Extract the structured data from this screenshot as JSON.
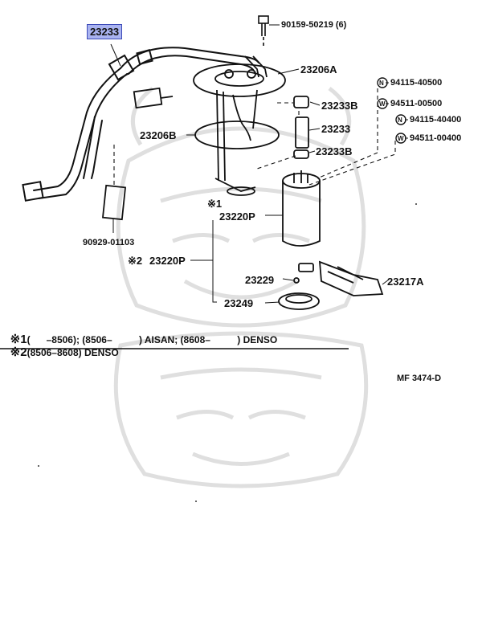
{
  "colors": {
    "ink": "#111111",
    "highlight_fill": "#a9b3f0",
    "highlight_border": "#3c4ab8",
    "watermark": "#d9d9d9"
  },
  "parts": {
    "hose_highlighted": "23233",
    "bolt": "90159-50219 (6)",
    "gauge_top": "23206A",
    "gauge_bottom": "23206B",
    "clamp_upper": "23233B",
    "hose_short": "23233",
    "clamp_lower": "23233B",
    "pump": "23220P",
    "pump_alt": "23220P",
    "filter": "23217A",
    "ring": "23229",
    "cushion": "23249",
    "clip": "90929-01103",
    "nut1": "94115-40500",
    "washer1": "94511-00500",
    "nut2": "94115-40400",
    "washer2": "94511-00400"
  },
  "callout_symbols": {
    "n": "N",
    "w": "W",
    "mark1": "※1",
    "mark2": "※2"
  },
  "notes": {
    "note1_mark": "※1",
    "note1_text": "(      –8506); (8506–          ) AISAN; (8608–          ) DENSO",
    "note2_mark": "※2",
    "note2_text": "(8506–8608) DENSO"
  },
  "footer": {
    "code": "MF  3474-D"
  }
}
